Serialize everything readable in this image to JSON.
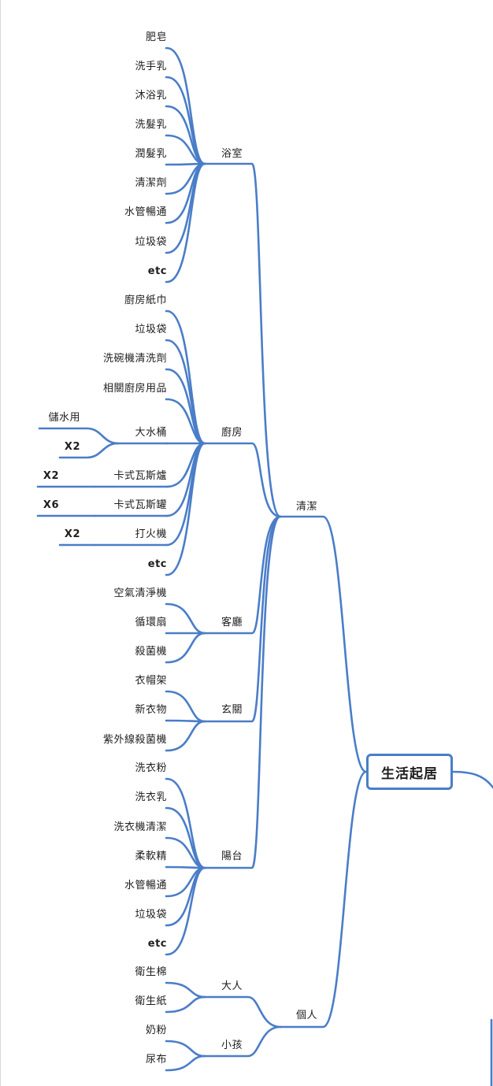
{
  "root": "生活起居",
  "categories": {
    "clean": "清潔",
    "personal": "個人"
  },
  "areas": {
    "bathroom": "浴室",
    "kitchen": "廚房",
    "living": "客廳",
    "entrance": "玄關",
    "balcony": "陽台",
    "adult": "大人",
    "child": "小孩"
  },
  "items": {
    "bathroom": [
      "肥皂",
      "洗手乳",
      "沐浴乳",
      "洗髮乳",
      "潤髮乳",
      "清潔劑",
      "水管暢通",
      "垃圾袋",
      "etc"
    ],
    "kitchen": [
      "廚房紙巾",
      "垃圾袋",
      "洗碗機清洗劑",
      "相關廚房用品",
      "大水桶",
      "卡式瓦斯爐",
      "卡式瓦斯罐",
      "打火機",
      "etc"
    ],
    "living": [
      "空氣清淨機",
      "循環扇",
      "殺菌機"
    ],
    "entrance": [
      "衣帽架",
      "新衣物",
      "紫外線殺菌機"
    ],
    "balcony": [
      "洗衣粉",
      "洗衣乳",
      "洗衣機清潔",
      "柔軟精",
      "水管暢通",
      "垃圾袋",
      "etc"
    ],
    "adult": [
      "衛生棉",
      "衛生紙"
    ],
    "child": [
      "奶粉",
      "尿布"
    ]
  },
  "notes": {
    "bucket_use": "儲水用",
    "bucket_qty": "X2",
    "stove_qty": "X2",
    "can_qty": "X6",
    "lighter_qty": "X2"
  },
  "colors": {
    "line": "#4a7dc8",
    "text": "#1e1e1e"
  }
}
